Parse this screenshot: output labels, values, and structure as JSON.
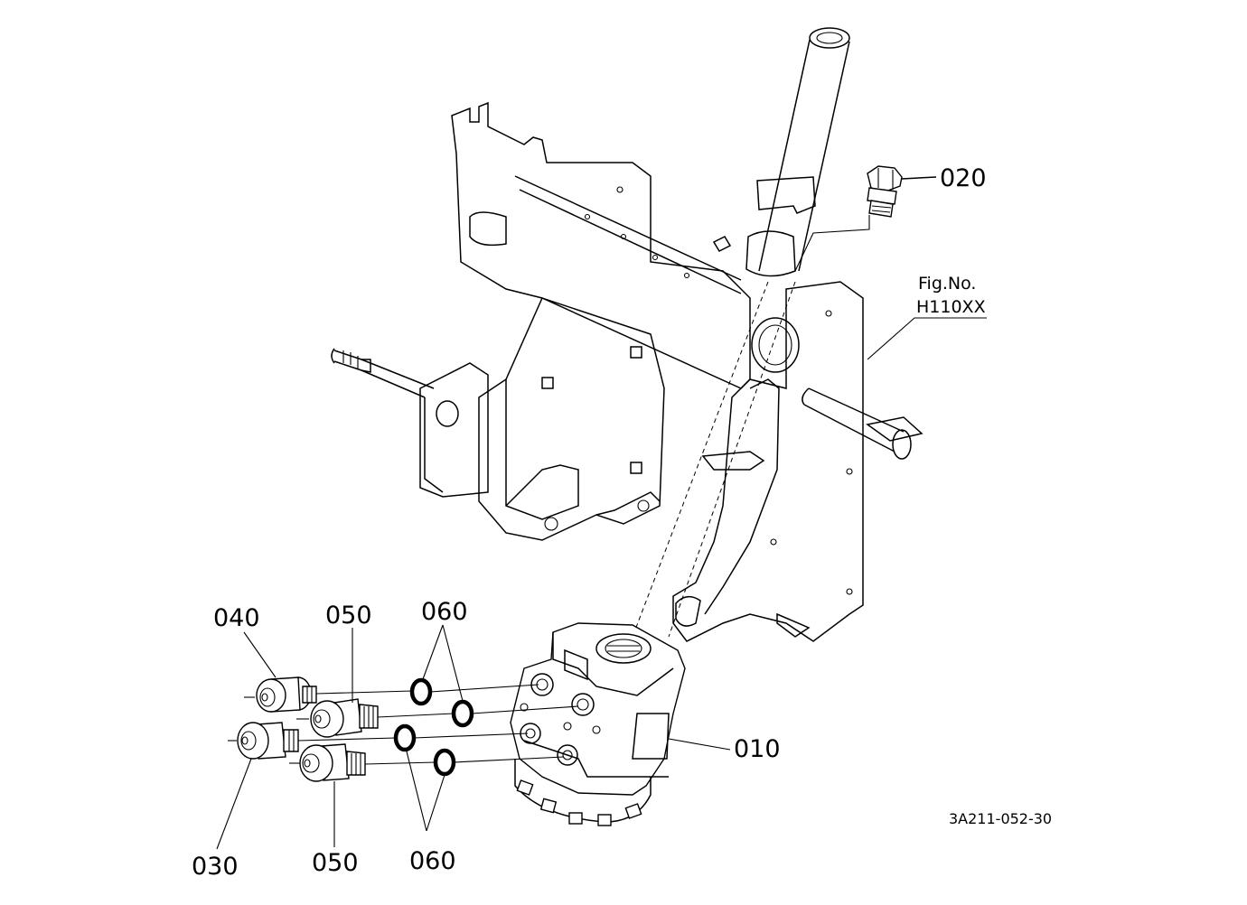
{
  "figure": {
    "fig_no_label": "Fig.No.",
    "fig_no_value": "H110XX",
    "drawing_code": "3A211-052-30"
  },
  "callouts": {
    "p010": "010",
    "p020": "020",
    "p030": "030",
    "p040": "040",
    "p050_top": "050",
    "p050_bottom": "050",
    "p060_top": "060",
    "p060_bottom": "060"
  }
}
